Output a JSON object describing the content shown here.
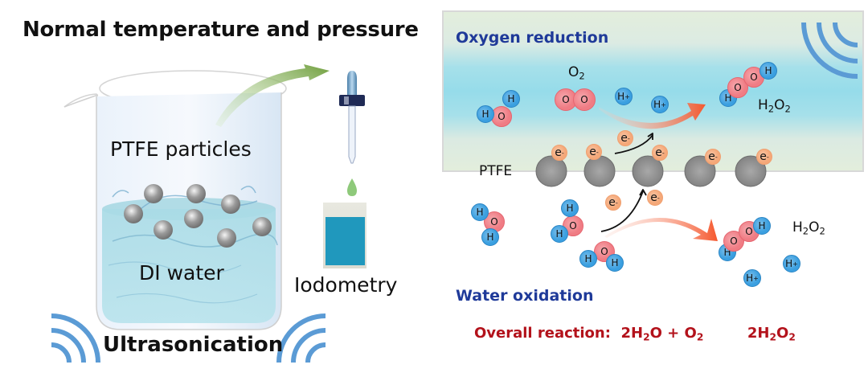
{
  "left_panel": {
    "title": "Normal temperature and pressure",
    "particles_label": "PTFE particles",
    "water_label": "DI water",
    "assay_label": "Iodometry",
    "process_label": "Ultrasonication",
    "icons": [
      "beaker-icon",
      "dropper-icon",
      "droplet-icon",
      "test-strip-icon",
      "ultrasound-waves-icon",
      "green-arrow-icon"
    ]
  },
  "right_panel": {
    "top_heading": "Oxygen reduction",
    "bottom_heading": "Water oxidation",
    "ptfe_label": "PTFE",
    "o2_label": {
      "main": "O",
      "sub": "2"
    },
    "h2o2_top": {
      "a": "H",
      "b": "2",
      "c": "O",
      "d": "2"
    },
    "h2o2_bottom": {
      "a": "H",
      "b": "2",
      "c": "O",
      "d": "2"
    },
    "electron_label": "e",
    "electron_sup": "-",
    "proton_label": "H",
    "proton_sup": "+",
    "atom_h": "H",
    "atom_o": "O",
    "overall": {
      "prefix": "Overall reaction:",
      "reactants": [
        "2H",
        "2",
        "O + O",
        "2"
      ],
      "products": [
        "2H",
        "2",
        "O",
        "2"
      ]
    }
  },
  "colors": {
    "heading_blue": "#1f3a99",
    "reaction_red": "#b3121b",
    "wave_blue": "#5b9bd5",
    "oxygen_pink": "#f07c84",
    "hydrogen_blue": "#3a9fe0",
    "electron_orange": "#f5a878",
    "ptfe_gray": "#8a8a8a",
    "arrow_orange": "#f55a3a",
    "arrow_green": "#7aaa4a"
  }
}
